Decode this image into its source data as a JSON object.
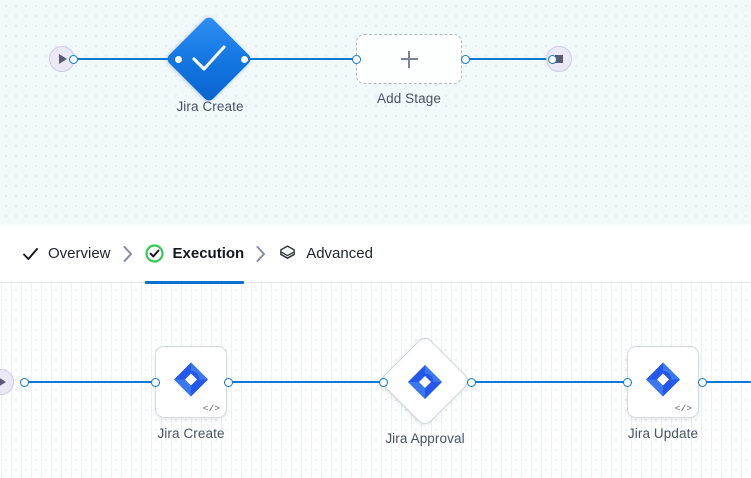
{
  "top_canvas": {
    "name": "pipeline-overview-canvas",
    "start_node": {
      "icon": "play-icon",
      "label": ""
    },
    "end_node": {
      "icon": "stop-square-icon",
      "label": ""
    },
    "stages": [
      {
        "id": "jira-create",
        "label": "Jira Create",
        "shape": "diamond",
        "icon": "check-icon",
        "state": "success"
      },
      {
        "id": "add-stage",
        "label": "Add Stage",
        "shape": "dashed-rect",
        "icon": "plus-icon",
        "state": "placeholder"
      }
    ]
  },
  "tabs": {
    "name": "pipeline-studio-tabs",
    "items": [
      {
        "id": "overview",
        "label": "Overview",
        "icon": "check-icon",
        "active": false
      },
      {
        "id": "execution",
        "label": "Execution",
        "icon": "check-circle-icon",
        "active": true
      },
      {
        "id": "advanced",
        "label": "Advanced",
        "icon": "layers-hexagon-icon",
        "active": false
      }
    ],
    "separator_icon": "chevron-right-icon",
    "active_underline_color": "#0b6fd0",
    "check_circle_color": "#2ecc54"
  },
  "bottom_canvas": {
    "name": "execution-graph-canvas",
    "start_node": {
      "icon": "play-icon"
    },
    "steps": [
      {
        "id": "jira-create",
        "label": "Jira Create",
        "shape": "rounded-card",
        "icon": "jira-icon",
        "badge": "</>"
      },
      {
        "id": "jira-approval",
        "label": "Jira Approval",
        "shape": "diamond",
        "icon": "jira-icon",
        "badge": ""
      },
      {
        "id": "jira-update",
        "label": "Jira Update",
        "shape": "rounded-card",
        "icon": "jira-icon",
        "badge": "</>"
      }
    ]
  },
  "colors": {
    "edge_blue": "#0b7ad4",
    "jira_blue": "#2557e8",
    "stage_diamond_blue": "#1275e0",
    "terminal_fill": "#ebe9f5"
  }
}
